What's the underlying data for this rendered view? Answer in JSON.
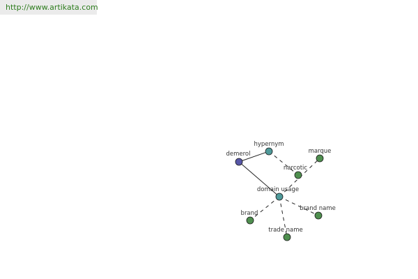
{
  "header": {
    "url": "http://www.artikata.com"
  },
  "colors": {
    "root": "#5757a8",
    "relation": "#4f9a9a",
    "leaf": "#4f8f4f",
    "edge": "#222222",
    "url_text": "#2e7d1e",
    "url_bg": "#ebebeb"
  },
  "graph": {
    "nodes": [
      {
        "id": "demerol",
        "label": "demerol",
        "kind": "root"
      },
      {
        "id": "hypernym",
        "label": "hypernym",
        "kind": "relation"
      },
      {
        "id": "domain-usage",
        "label": "domain usage",
        "kind": "relation"
      },
      {
        "id": "narcotic",
        "label": "narcotic",
        "kind": "leaf"
      },
      {
        "id": "marque",
        "label": "marque",
        "kind": "leaf"
      },
      {
        "id": "brand-name",
        "label": "brand name",
        "kind": "leaf"
      },
      {
        "id": "brand",
        "label": "brand",
        "kind": "leaf"
      },
      {
        "id": "trade-name",
        "label": "trade name",
        "kind": "leaf"
      }
    ],
    "edges": [
      {
        "from": "demerol",
        "to": "hypernym",
        "style": "solid"
      },
      {
        "from": "demerol",
        "to": "domain-usage",
        "style": "solid"
      },
      {
        "from": "hypernym",
        "to": "narcotic",
        "style": "dashed"
      },
      {
        "from": "domain-usage",
        "to": "marque",
        "style": "dashed"
      },
      {
        "from": "domain-usage",
        "to": "brand-name",
        "style": "dashed"
      },
      {
        "from": "domain-usage",
        "to": "brand",
        "style": "dashed"
      },
      {
        "from": "domain-usage",
        "to": "trade-name",
        "style": "dashed"
      }
    ]
  }
}
